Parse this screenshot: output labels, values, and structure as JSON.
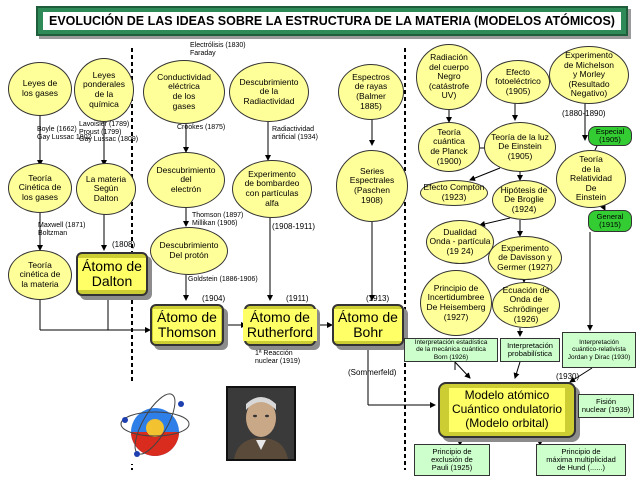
{
  "title": "EVOLUCIÓN DE LAS IDEAS SOBRE LA ESTRUCTURA DE LA MATERIA (MODELOS ATÓMICOS)",
  "ovals": {
    "leyes_gases": "Leyes de\nlos gases",
    "leyes_ponderales": "Leyes\nponderales\nde la\nquímica",
    "teoria_cinetica": "Teoría\nCinética de\nlos gases",
    "materia_dalton": "La materia\nSegún\nDalton",
    "teoria_cinetica_materia": "Teoría\ncinética de\nla materia",
    "conductividad": "Conductividad\neléctrica\nde los\ngases",
    "descubrimiento_radiactividad": "Descubrimiento\nde la\nRadiactividad",
    "descubrimiento_electron": "Descubrimiento\ndel\nelectrón",
    "experimento_bombardeo": "Experimento\nde bombardeo\ncon partículas\nalfa",
    "descubrimiento_proton": "Descubrimiento\nDel protón",
    "espectros_rayas": "Espectros\nde rayas\n(Balmer\n1885)",
    "series_espectrales": "Series\nEspectrales\n(Paschen\n1908)",
    "radiacion_cuerpo_negro": "Radiación\ndel cuerpo\nNegro\n(catástrofe\nUV)",
    "efecto_fotoelectrico": "Efecto\nfotoeléctrico\n(1905)",
    "michelson_morley": "Experimento\nde Michelson\ny Morley\n(Resultado\nNegativo)",
    "teoria_planck": "Teoría\ncuántica\nde Planck\n(1900)",
    "teoria_luz_einstein": "Teoría de la luz\nDe Einstein\n(1905)",
    "teoria_relatividad": "Teoría\nde la\nRelatividad\nDe\nEinstein",
    "efecto_compton": "Efecto Compton\n(1923)",
    "hipotesis_broglie": "Hipótesis de\nDe Broglie\n(1924)",
    "dualidad": "Dualidad\nOnda - partícula\n(19 24)",
    "davisson_germer": "Experimento\nde Davisson y\nGermer (1927)",
    "incertidumbre": "Principio de\nIncertidumbree\nDe Heisemberg\n(1927)",
    "ecuacion_schrodinger": "Ecuación de\nOnda de\nSchrödinger\n(1926)"
  },
  "small_green": {
    "especial": "Especial\n(1905)",
    "general": "General\n(1915)"
  },
  "atoms": {
    "dalton": "Átomo de\nDalton",
    "thomson": "Átomo de\nThomson",
    "rutherford": "Átomo de\nRutherford",
    "bohr": "Átomo de\nBohr"
  },
  "final_model": "Modelo atómico\nCuántico ondulatorio\n(Modelo orbital)",
  "green_boxes": {
    "interp_born": "Interpretación estadística\nde la mecánica cuántica\nBorn (1926)",
    "interp_prob": "Interpretación\nprobabilística",
    "interp_dirac": "Interpretación\ncuántico-relativista\nJordan y Dirac (1930)",
    "fision": "Fisión\nnuclear (1939)",
    "pauli": "Principio de\nexclusión de\nPauli (1925)",
    "hund": "Principio de\nmáxima multiplicidad\nde Hund (......)"
  },
  "labels": {
    "electrolisis": "Electrólisis (1830)\nFaraday",
    "boyle": "Boyle (1662)\nGay Lussac 1802",
    "lavoisier": "Lavoisier (1789)\nProust (1799)\nGay Lussac (1809)",
    "crookes": "Crookes (1875)",
    "radiactividad_artificial": "Radiactividad\nartificial (1934)",
    "maxwell": "Maxwell (1871)\nBoltzman",
    "thomson_millikan": "Thomson (1897)\nMillikan (1906)",
    "goldstein": "Goldstein (1886-1906)",
    "reaccion_nuclear": "1ª Reacción\nnuclear (1919)",
    "sommerfeld": "(Sommerfeld)",
    "michelson_years": "(1880-1890)"
  },
  "years": {
    "dalton": "(1808)",
    "thomson": "(1904)",
    "rutherford": "(1911)",
    "bohr": "(1913)",
    "bombardeo": "(1908-1911)",
    "final": "(1930)"
  },
  "colors": {
    "title_bg": "#2e8b57",
    "oval": "#ffff99",
    "atom": "#cccc33",
    "atom_inner": "#ffff66",
    "green_box": "#ccffcc",
    "small_green": "#33cc33"
  }
}
